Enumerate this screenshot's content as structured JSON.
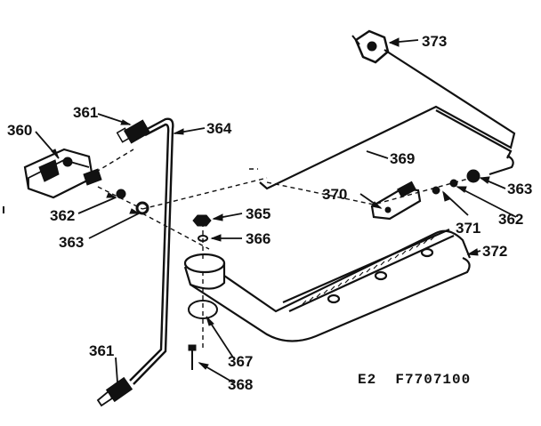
{
  "diagram_code": "E2  F7707100",
  "parts": [
    {
      "id": "p360",
      "label": "360",
      "icon": "burner-valve-assembly"
    },
    {
      "id": "p361a",
      "label": "361",
      "icon": "tube-fitting"
    },
    {
      "id": "p361b",
      "label": "361",
      "icon": "tube-fitting"
    },
    {
      "id": "p362a",
      "label": "362",
      "icon": "small-nut"
    },
    {
      "id": "p362b",
      "label": "362",
      "icon": "small-nut"
    },
    {
      "id": "p363a",
      "label": "363",
      "icon": "ferrule"
    },
    {
      "id": "p363b",
      "label": "363",
      "icon": "ferrule"
    },
    {
      "id": "p364",
      "label": "364",
      "icon": "gas-tube"
    },
    {
      "id": "p365",
      "label": "365",
      "icon": "hex-nut"
    },
    {
      "id": "p366",
      "label": "366",
      "icon": "washer"
    },
    {
      "id": "p367",
      "label": "367",
      "icon": "spacer"
    },
    {
      "id": "p368",
      "label": "368",
      "icon": "screw"
    },
    {
      "id": "p369",
      "label": "369",
      "icon": "thermocouple-line"
    },
    {
      "id": "p370",
      "label": "370",
      "icon": "bracket"
    },
    {
      "id": "p371",
      "label": "371",
      "icon": "small-nut"
    },
    {
      "id": "p372",
      "label": "372",
      "icon": "burner-tube"
    },
    {
      "id": "p373",
      "label": "373",
      "icon": "thermostat-bulb-clip"
    }
  ]
}
